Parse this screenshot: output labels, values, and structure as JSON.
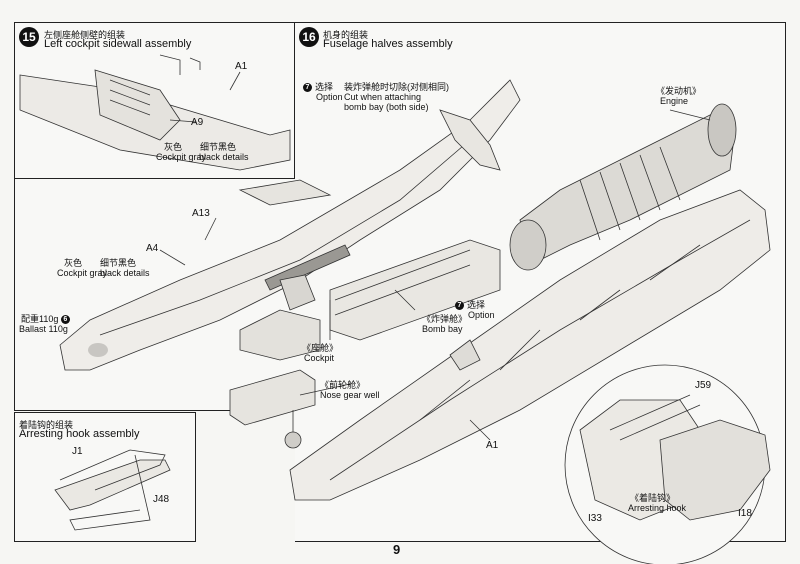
{
  "page_number": "9",
  "steps": [
    {
      "number": "15",
      "title_cn": "左侧座舱侧壁的组装",
      "title_en": "Left cockpit sidewall assembly"
    },
    {
      "number": "16",
      "title_cn": "机身的组装",
      "title_en": "Fuselage halves assembly"
    },
    {
      "title_cn": "着陆钩的组装",
      "title_en": "Arresting hook assembly"
    }
  ],
  "step15_labels": {
    "a1": "A1",
    "a9": "A9",
    "paint_cn_1": "灰色",
    "paint_en_1": "Cockpit gray",
    "paint_cn_2": "细节黑色",
    "paint_en_2": "black details"
  },
  "step16_labels": {
    "option_badge": "7",
    "option_cn": "选择",
    "option_en": "Option",
    "cut_cn": "装炸弹舱时切除(对侧相同)",
    "cut_en_1": "Cut when attaching",
    "cut_en_2": "bomb bay (both side)",
    "engine_cn": "《发动机》",
    "engine_en": "Engine",
    "a13": "A13",
    "a4": "A4",
    "gray_cn": "灰色",
    "gray_en": "Cockpit gray",
    "black_cn": "细节黑色",
    "black_en": "black details",
    "ballast_cn": "配重110g",
    "ballast_en": "Ballast 110g",
    "ballast_badge": "6",
    "cockpit_cn": "《座舱》",
    "cockpit_en": "Cockpit",
    "nose_cn": "《前轮舱》",
    "nose_en": "Nose gear well",
    "bomb_cn": "《炸弹舱》",
    "bomb_en": "Bomb bay",
    "option2_cn": "选择",
    "option2_en": "Option",
    "option2_badge": "7",
    "a1": "A1"
  },
  "hook_labels": {
    "j1": "J1",
    "j48": "J48",
    "j59": "J59",
    "i33": "I33",
    "i18": "I18",
    "hook_cn": "《着陆钩》",
    "hook_en": "Arresting hook"
  }
}
